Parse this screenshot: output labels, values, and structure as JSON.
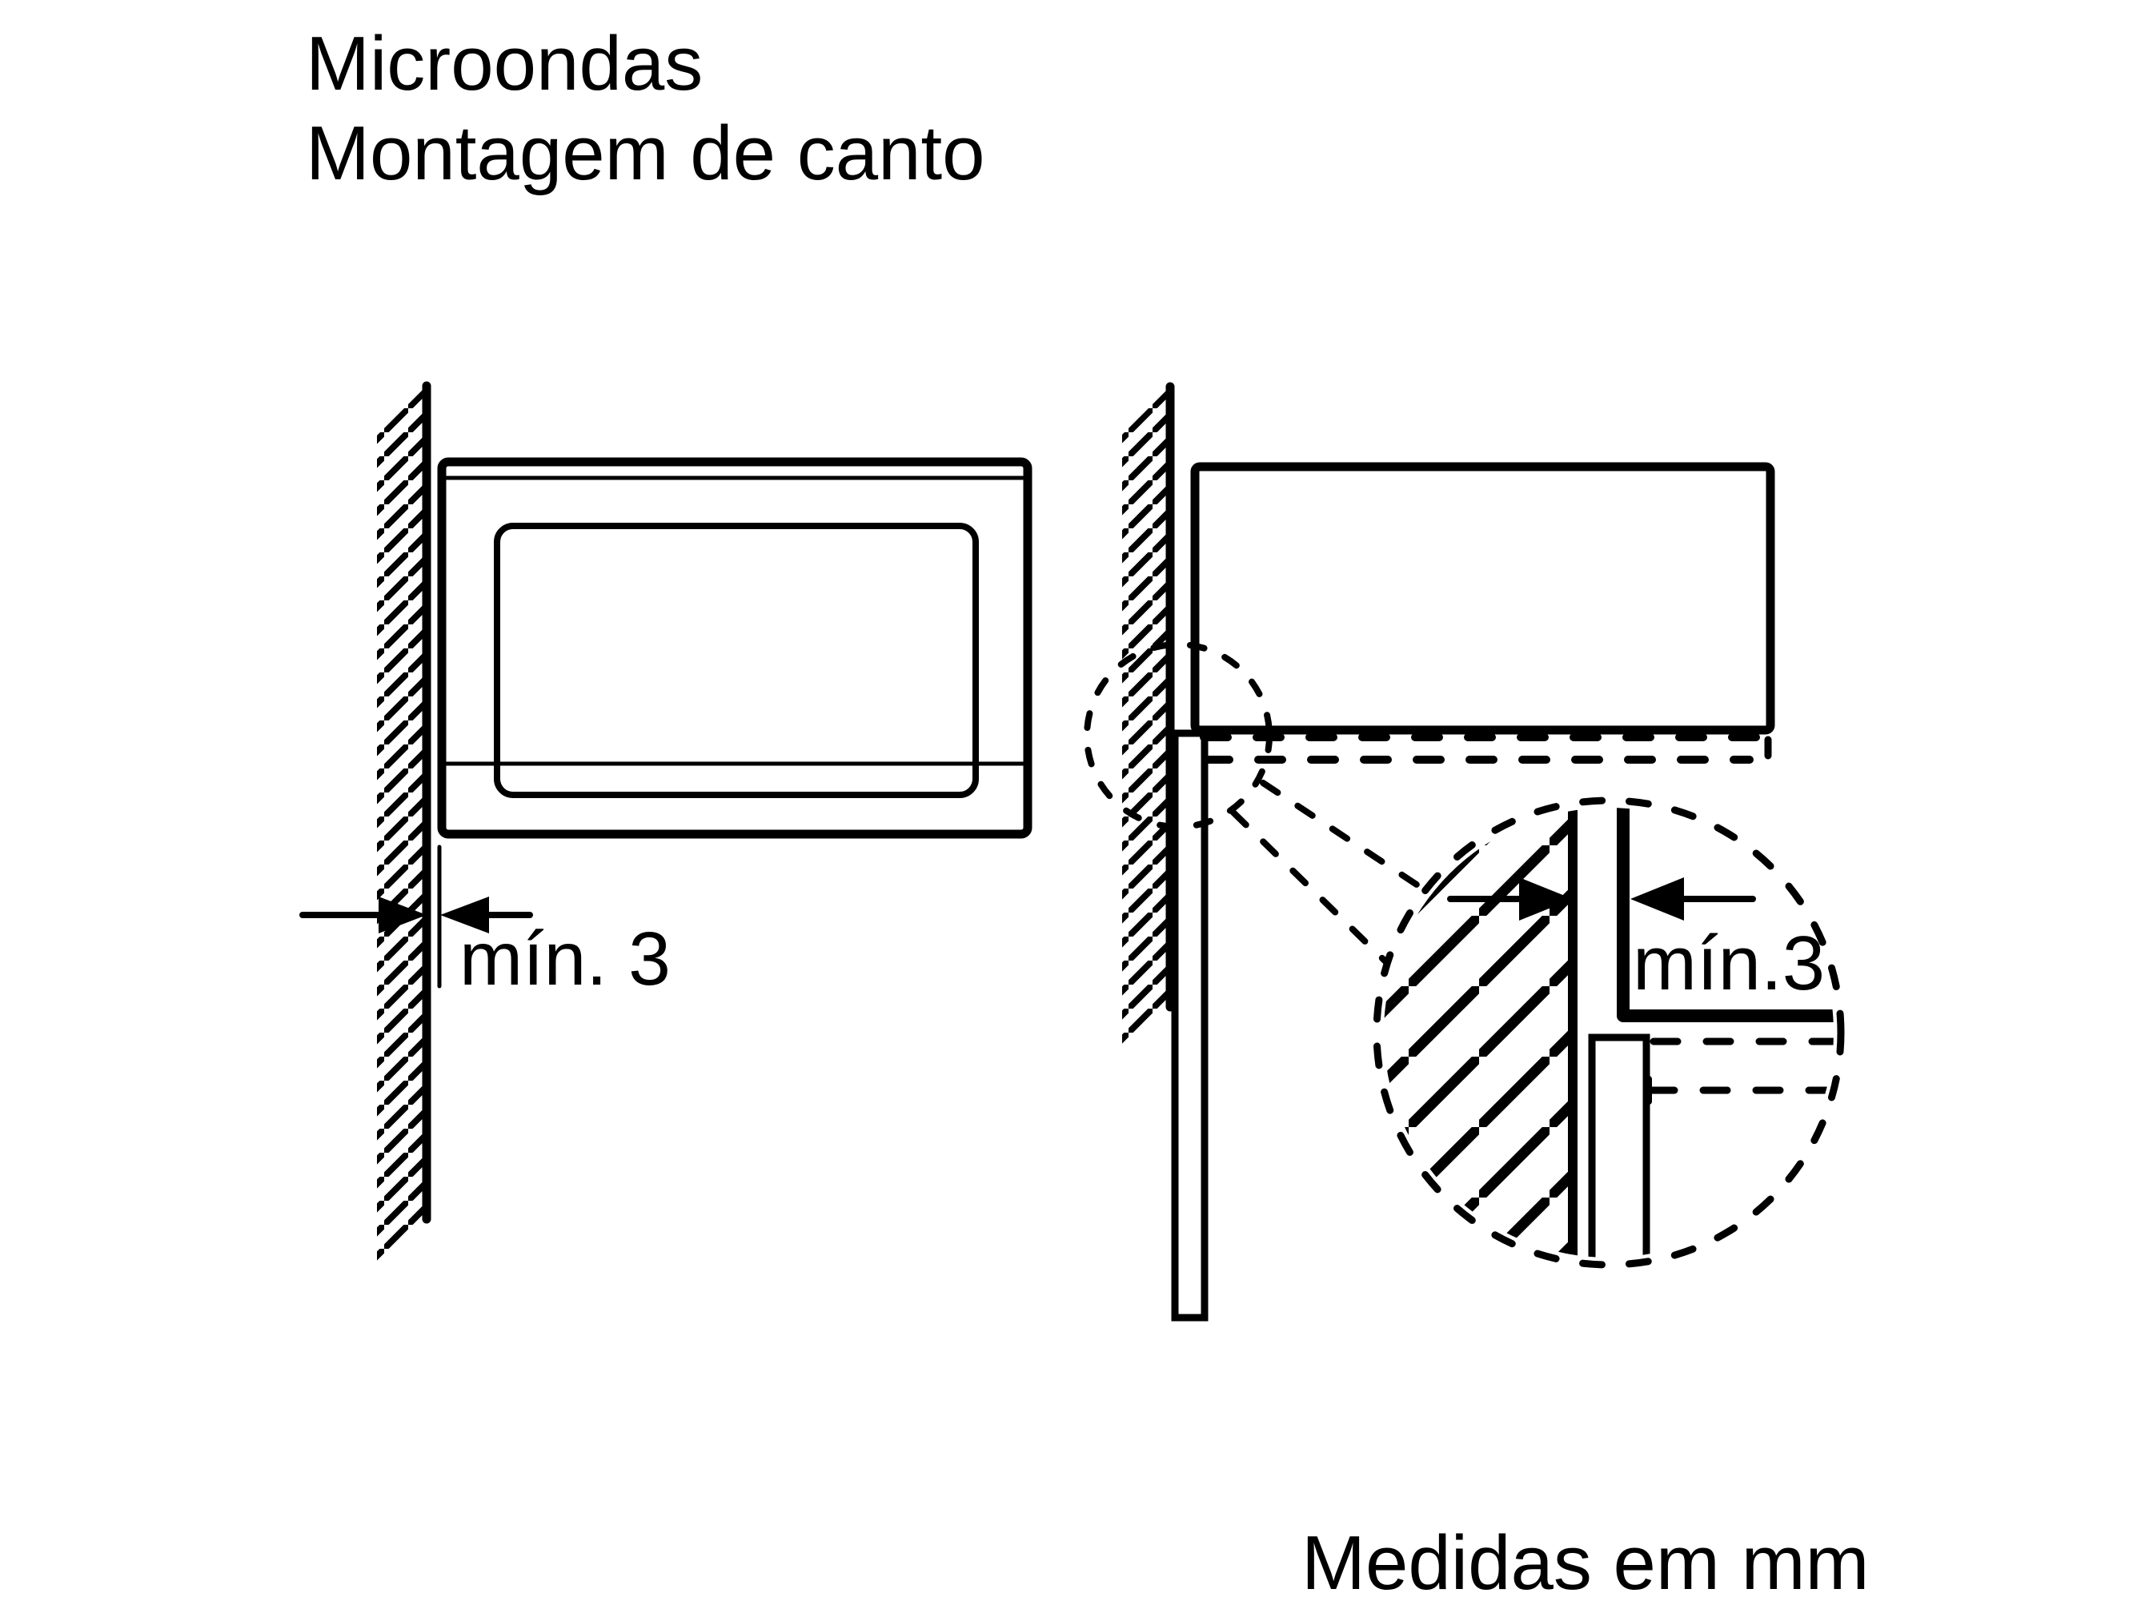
{
  "colors": {
    "ink": "#000000",
    "background": "#ffffff"
  },
  "title": {
    "line1": "Microondas",
    "line2": "Montagem de canto"
  },
  "front_view": {
    "dimension_label": "mín. 3"
  },
  "detail_view": {
    "dimension_label": "mín.3"
  },
  "footer": {
    "units_label": "Medidas em mm"
  }
}
